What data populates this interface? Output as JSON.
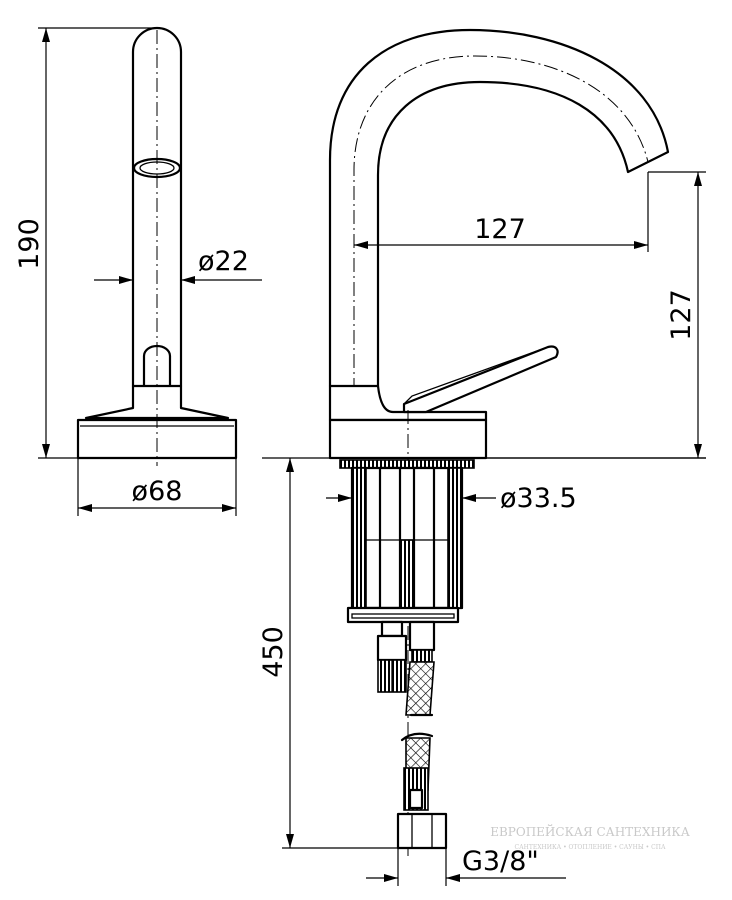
{
  "dimensions": {
    "height_total": "190",
    "spout_diameter": "ø22",
    "base_diameter": "ø68",
    "reach": "127",
    "spout_height": "127",
    "shank_diameter": "ø33.5",
    "hose_length": "450",
    "connector_thread": "G3/8\""
  },
  "watermark": {
    "name": "ЕВРОПЕЙСКАЯ САНТЕХНИКА",
    "tagline": "САНТЕХНИКА • ОТОПЛЕНИЕ • САУНЫ • СПА"
  },
  "colors": {
    "ink": "#000000",
    "paper": "#ffffff",
    "watermark": "#c9c9c9"
  }
}
